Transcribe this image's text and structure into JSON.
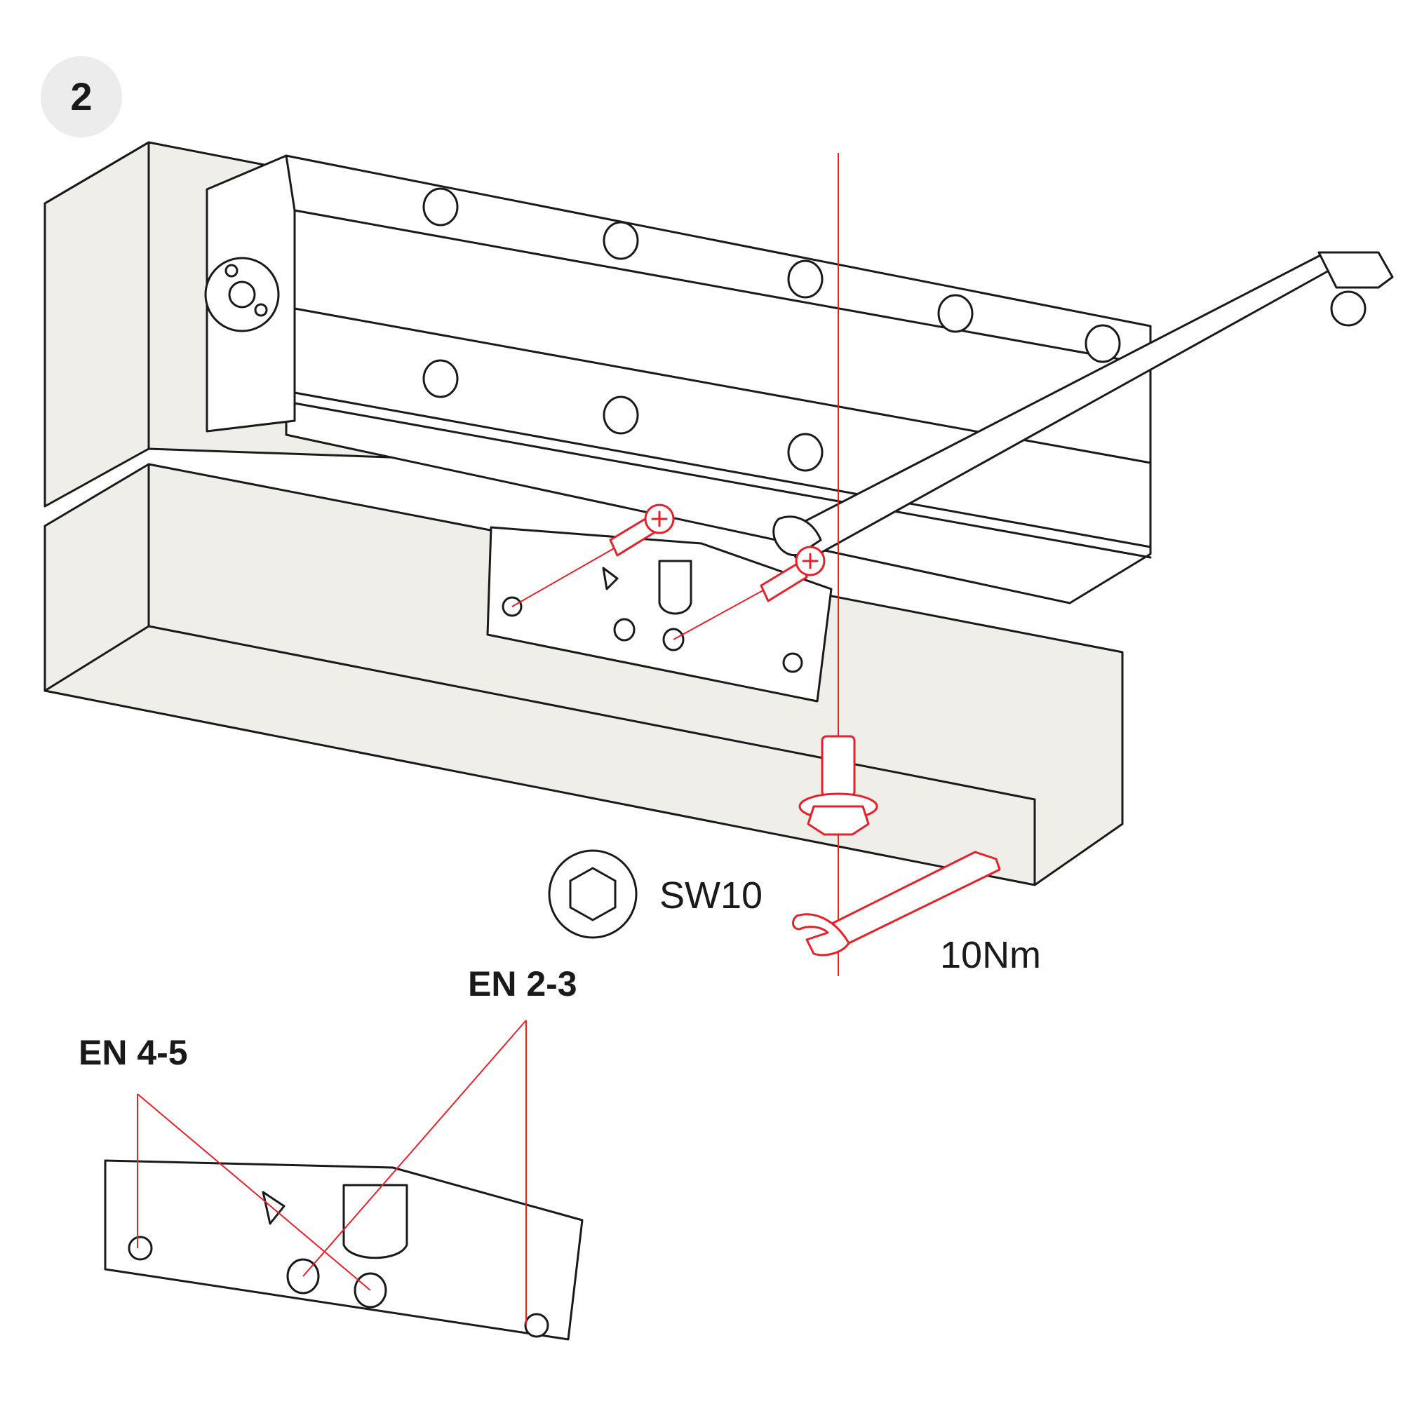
{
  "step": {
    "number": "2"
  },
  "labels": {
    "socket_size": "SW10",
    "torque": "10Nm",
    "en_2_3": "EN 2-3",
    "en_4_5": "EN 4-5"
  },
  "icons": {
    "step_badge": "circle-badge",
    "hex_socket": "hexagon-in-circle-icon",
    "wrench": "open-end-wrench-icon",
    "screw": "phillips-screw-icon",
    "bolt": "hex-flange-bolt-icon"
  },
  "colors": {
    "accent_red": "#e8202a",
    "outline": "#1a1a1a",
    "surface": "#efeee9",
    "badge": "#ececec"
  }
}
